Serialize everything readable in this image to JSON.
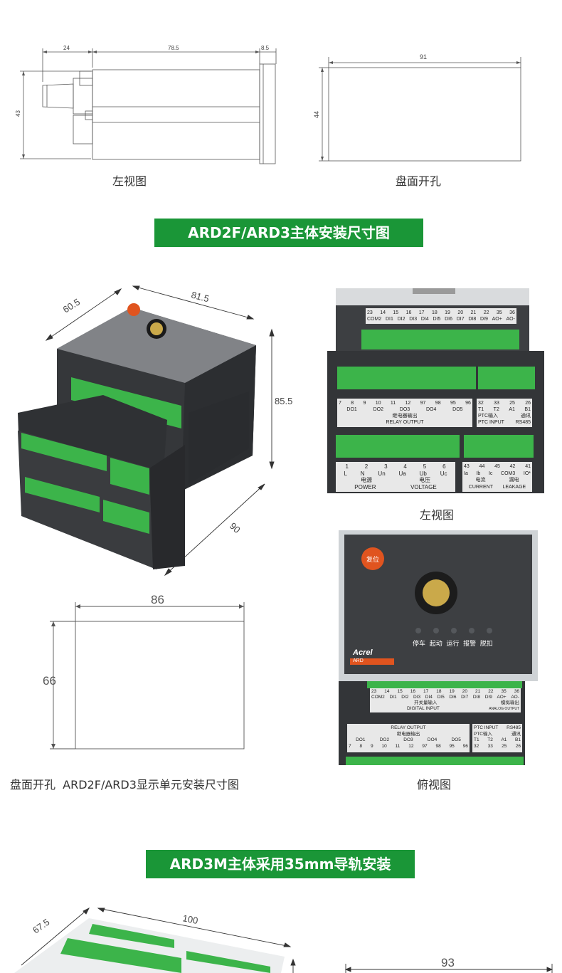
{
  "top": {
    "side": {
      "d1": "24",
      "d2": "78.5",
      "d3": "8.5",
      "h": "43",
      "caption": "左视图"
    },
    "cutout": {
      "w": "91",
      "h": "44",
      "caption": "盘面开孔"
    }
  },
  "banner1": "ARD2F/ARD3主体安装尺寸图",
  "iso": {
    "d": "60.5",
    "w": "81.5",
    "h": "85.5",
    "l": "90"
  },
  "display": {
    "w": "86",
    "h": "66",
    "caption": "盘面开孔  ARD2F/ARD3显示单元安装尺寸图"
  },
  "left_view": {
    "caption": "左视图",
    "di_nums": [
      "23",
      "14",
      "15",
      "16",
      "17",
      "18",
      "19",
      "20",
      "21",
      "22",
      "35",
      "36"
    ],
    "di_labels": [
      "COM2",
      "DI1",
      "DI2",
      "DI3",
      "DI4",
      "DI5",
      "DI6",
      "DI7",
      "DI8",
      "DI9",
      "AO+",
      "AO-"
    ],
    "relay_nums": [
      "7",
      "8",
      "9",
      "10",
      "11",
      "12",
      "97",
      "98",
      "95",
      "96"
    ],
    "relay_groups": [
      "DO1",
      "DO2",
      "DO3",
      "DO4",
      "DO5"
    ],
    "relay_cn": "继电器输出",
    "relay_en": "RELAY OUTPUT",
    "ptc_nums": [
      "32",
      "33",
      "25",
      "26"
    ],
    "ptc_labels": [
      "T1",
      "T2",
      "A1",
      "B1"
    ],
    "ptc_cn": "PTC输入",
    "comm_cn": "通讯",
    "ptc_en": "PTC INPUT",
    "rs485": "RS485",
    "volt_nums": [
      "1",
      "2",
      "3",
      "4",
      "5",
      "6"
    ],
    "volt_labels": [
      "L",
      "N",
      "Un",
      "Ua",
      "Ub",
      "Uc"
    ],
    "power_cn": "电源",
    "voltage_cn": "电压",
    "power_en": "POWER",
    "voltage_en": "VOLTAGE",
    "cur_nums": [
      "43",
      "44",
      "45",
      "42",
      "41"
    ],
    "cur_labels": [
      "Ia",
      "Ib",
      "Ic",
      "COM3",
      "IO*"
    ],
    "current_cn": "电流",
    "leak_cn": "漏电",
    "current_en": "CURRENT",
    "leak_en": "LEAKAGE"
  },
  "top_view": {
    "caption": "俯视图",
    "reset": "复位",
    "leds": "停车  起动  运行  报警  脱扣",
    "brand": "Acrel",
    "model": "ARD",
    "di_cn": "开关量输入",
    "di_en": "DIGITAL INPUT",
    "ao_cn": "模拟输出",
    "ao_en": "ANALOG OUTPUT"
  },
  "banner2": "ARD3M主体采用35mm导轨安装",
  "bottom": {
    "d": "67.5",
    "w": "100",
    "cut": "93"
  },
  "colors": {
    "green": "#1a9637",
    "terminal": "#3cb44a",
    "body": "#3d3f42",
    "accent": "#e0541f"
  }
}
